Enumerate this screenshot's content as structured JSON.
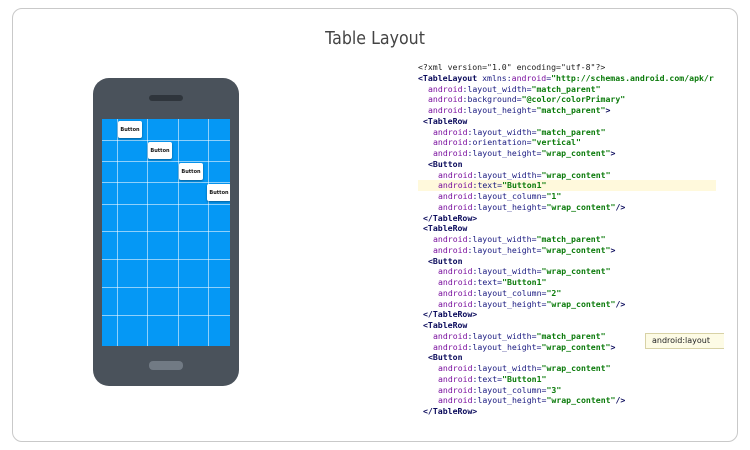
{
  "title": "Table Layout",
  "phone": {
    "buttons": [
      {
        "label": "Button",
        "column": 1
      },
      {
        "label": "Button",
        "column": 2
      },
      {
        "label": "Button",
        "column": 3
      },
      {
        "label": "Button",
        "column": 4
      }
    ]
  },
  "tooltip": "android:layout",
  "code_lines": [
    {
      "indent": 0,
      "tokens": [
        [
          "p",
          "<?xml version=\"1.0\" encoding=\"utf-8\"?>"
        ]
      ]
    },
    {
      "indent": 0,
      "tokens": [
        [
          "t",
          "<TableLayout "
        ],
        [
          "a",
          "xmlns:"
        ],
        [
          "n",
          "android"
        ],
        [
          "a",
          "="
        ],
        [
          "v",
          "\"http://schemas.android.com/apk/r"
        ]
      ]
    },
    {
      "indent": 2,
      "tokens": [
        [
          "n",
          "android"
        ],
        [
          "a",
          ":layout_width="
        ],
        [
          "v",
          "\"match_parent\""
        ]
      ]
    },
    {
      "indent": 2,
      "tokens": [
        [
          "n",
          "android"
        ],
        [
          "a",
          ":background="
        ],
        [
          "v",
          "\"@color/colorPrimary\""
        ]
      ]
    },
    {
      "indent": 2,
      "tokens": [
        [
          "n",
          "android"
        ],
        [
          "a",
          ":layout_height="
        ],
        [
          "v",
          "\"match_parent\""
        ],
        [
          "t",
          ">"
        ]
      ]
    },
    {
      "indent": 1,
      "tokens": [
        [
          "t",
          "<TableRow"
        ]
      ]
    },
    {
      "indent": 3,
      "tokens": [
        [
          "n",
          "android"
        ],
        [
          "a",
          ":layout_width="
        ],
        [
          "v",
          "\"match_parent\""
        ]
      ]
    },
    {
      "indent": 3,
      "tokens": [
        [
          "n",
          "android"
        ],
        [
          "a",
          ":orientation="
        ],
        [
          "v",
          "\"vertical\""
        ]
      ]
    },
    {
      "indent": 3,
      "tokens": [
        [
          "n",
          "android"
        ],
        [
          "a",
          ":layout_height="
        ],
        [
          "v",
          "\"wrap_content\""
        ],
        [
          "t",
          ">"
        ]
      ]
    },
    {
      "indent": 2,
      "tokens": [
        [
          "t",
          "<Button"
        ]
      ]
    },
    {
      "indent": 4,
      "tokens": [
        [
          "n",
          "android"
        ],
        [
          "a",
          ":layout_width="
        ],
        [
          "v",
          "\"wrap_content\""
        ]
      ]
    },
    {
      "indent": 4,
      "hl": true,
      "tokens": [
        [
          "n",
          "android"
        ],
        [
          "a",
          ":text="
        ],
        [
          "v",
          "\"Button1\""
        ]
      ]
    },
    {
      "indent": 4,
      "tokens": [
        [
          "n",
          "android"
        ],
        [
          "a",
          ":layout_column="
        ],
        [
          "v",
          "\"1\""
        ]
      ]
    },
    {
      "indent": 4,
      "tokens": [
        [
          "n",
          "android"
        ],
        [
          "a",
          ":layout_height="
        ],
        [
          "v",
          "\"wrap_content\""
        ],
        [
          "t",
          "/>"
        ]
      ]
    },
    {
      "indent": 1,
      "tokens": [
        [
          "t",
          "</TableRow>"
        ]
      ]
    },
    {
      "indent": 1,
      "tokens": [
        [
          "t",
          "<TableRow"
        ]
      ]
    },
    {
      "indent": 3,
      "tokens": [
        [
          "n",
          "android"
        ],
        [
          "a",
          ":layout_width="
        ],
        [
          "v",
          "\"match_parent\""
        ]
      ]
    },
    {
      "indent": 3,
      "tokens": [
        [
          "n",
          "android"
        ],
        [
          "a",
          ":layout_height="
        ],
        [
          "v",
          "\"wrap_content\""
        ],
        [
          "t",
          ">"
        ]
      ]
    },
    {
      "indent": 2,
      "tokens": [
        [
          "t",
          "<Button"
        ]
      ]
    },
    {
      "indent": 4,
      "tokens": [
        [
          "n",
          "android"
        ],
        [
          "a",
          ":layout_width="
        ],
        [
          "v",
          "\"wrap_content\""
        ]
      ]
    },
    {
      "indent": 4,
      "tokens": [
        [
          "n",
          "android"
        ],
        [
          "a",
          ":text="
        ],
        [
          "v",
          "\"Button1\""
        ]
      ]
    },
    {
      "indent": 4,
      "tokens": [
        [
          "n",
          "android"
        ],
        [
          "a",
          ":layout_column="
        ],
        [
          "v",
          "\"2\""
        ]
      ]
    },
    {
      "indent": 4,
      "tokens": [
        [
          "n",
          "android"
        ],
        [
          "a",
          ":layout_height="
        ],
        [
          "v",
          "\"wrap_content\""
        ],
        [
          "t",
          "/>"
        ]
      ]
    },
    {
      "indent": 1,
      "tokens": [
        [
          "t",
          "</TableRow>"
        ]
      ]
    },
    {
      "indent": 1,
      "tokens": [
        [
          "t",
          "<TableRow"
        ]
      ]
    },
    {
      "indent": 3,
      "tokens": [
        [
          "n",
          "android"
        ],
        [
          "a",
          ":layout_width="
        ],
        [
          "v",
          "\"match_parent\""
        ]
      ]
    },
    {
      "indent": 3,
      "tokens": [
        [
          "n",
          "android"
        ],
        [
          "a",
          ":layout_height="
        ],
        [
          "v",
          "\"wrap_content\""
        ],
        [
          "t",
          ">"
        ]
      ]
    },
    {
      "indent": 2,
      "tokens": [
        [
          "t",
          "<Button"
        ]
      ]
    },
    {
      "indent": 4,
      "tokens": [
        [
          "n",
          "android"
        ],
        [
          "a",
          ":layout_width="
        ],
        [
          "v",
          "\"wrap_content\""
        ]
      ]
    },
    {
      "indent": 4,
      "tokens": [
        [
          "n",
          "android"
        ],
        [
          "a",
          ":text="
        ],
        [
          "v",
          "\"Button1\""
        ]
      ]
    },
    {
      "indent": 4,
      "tokens": [
        [
          "n",
          "android"
        ],
        [
          "a",
          ":layout_column="
        ],
        [
          "v",
          "\"3\""
        ]
      ]
    },
    {
      "indent": 4,
      "tokens": [
        [
          "n",
          "android"
        ],
        [
          "a",
          ":layout_height="
        ],
        [
          "v",
          "\"wrap_content\""
        ],
        [
          "t",
          "/>"
        ]
      ]
    },
    {
      "indent": 1,
      "tokens": [
        [
          "t",
          "</TableRow>"
        ]
      ]
    }
  ]
}
